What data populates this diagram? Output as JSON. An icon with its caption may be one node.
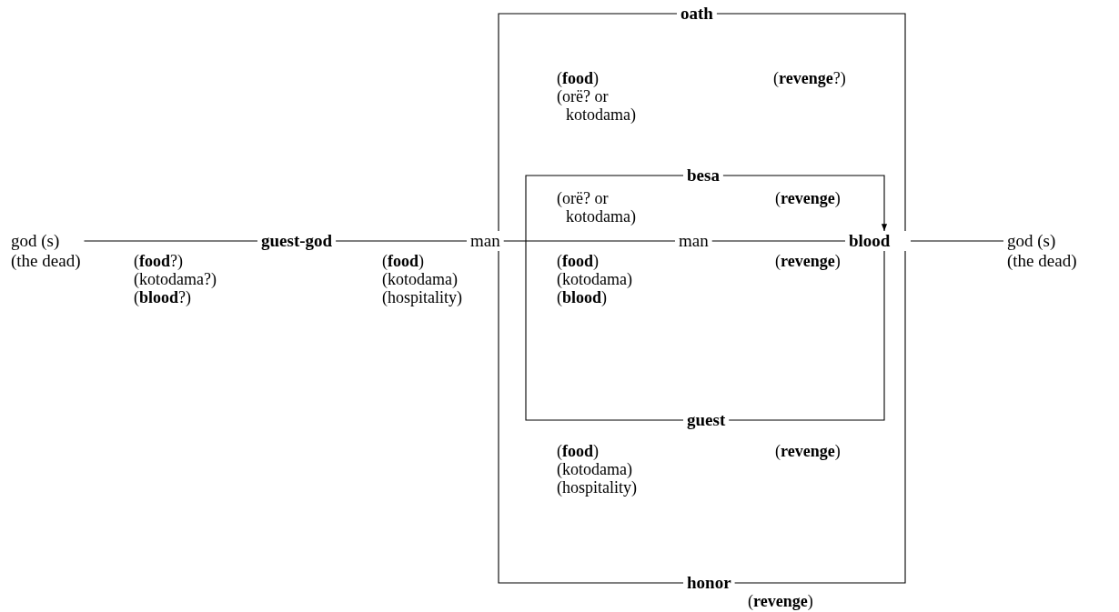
{
  "diagram": {
    "nodes": [
      {
        "text": [
          "god (s)"
        ],
        "beside": [
          "(the dead)"
        ]
      },
      {
        "text": [
          "guest-god"
        ]
      },
      {
        "text": [
          "man"
        ]
      },
      {
        "text": [
          "oath"
        ]
      },
      {
        "text": [
          "besa"
        ]
      },
      {
        "text": [
          "man"
        ]
      },
      {
        "text": [
          "guest"
        ]
      },
      {
        "text": [
          "honor"
        ]
      },
      {
        "text": [
          "blood"
        ]
      },
      {
        "text": [
          "god (s)"
        ],
        "beside": [
          "(the dead)"
        ]
      }
    ],
    "edges": [
      {
        "from": 0,
        "to": 1,
        "arrow": "none"
      },
      {
        "from": 1,
        "to": 2,
        "arrow": "none"
      },
      {
        "from": 2,
        "to": 5,
        "arrow": "none"
      },
      {
        "from": 5,
        "to": 8,
        "arrow": "none"
      },
      {
        "from": 8,
        "to": 9,
        "arrow": "none"
      },
      {
        "from": 2,
        "to": 3,
        "arrow": "none"
      },
      {
        "from": 3,
        "to": 8,
        "arrow": "none"
      },
      {
        "from": 2,
        "to": 7,
        "arrow": "none"
      },
      {
        "from": 7,
        "to": 8,
        "arrow": "none"
      },
      {
        "from": 4,
        "to": 6,
        "arrow": "none"
      },
      {
        "from": 4,
        "to": 8,
        "arrow": "to"
      },
      {
        "from": 6,
        "to": 8,
        "arrow": "none"
      }
    ],
    "labels": [
      "(**food**)",
      "(orë? or kotodama)",
      "(**revenge**?)",
      "(orë? or kotodama)",
      "(**revenge**)",
      "(**food**?)",
      "(kotodama?)",
      "(**blood**?)",
      "(**food**)",
      "(kotodama)",
      "(hospitality)",
      "(**food**)",
      "(kotodama)",
      "(**blood**)",
      "(**revenge**)",
      "(**food**)",
      "(**revenge**)",
      "(kotodama)",
      "(hospitality)",
      "(**revenge**)"
    ]
  }
}
